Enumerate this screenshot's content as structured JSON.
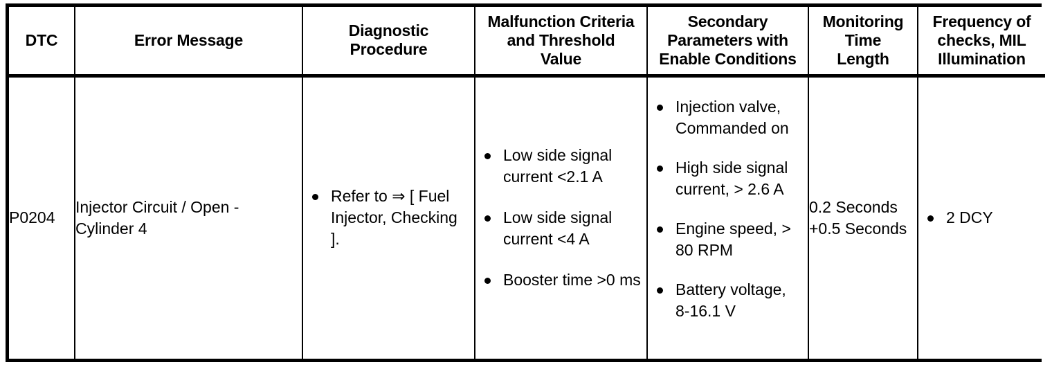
{
  "table": {
    "headers": [
      "DTC",
      "Error Message",
      "Diagnostic\nProcedure",
      "Malfunction Criteria\nand Threshold\nValue",
      "Secondary\nParameters with\nEnable Conditions",
      "Monitoring\nTime\nLength",
      "Frequency of\nchecks, MIL\nIllumination"
    ],
    "rows": [
      {
        "dtc": "P0204",
        "error_message": "Injector Circuit / Open - Cylinder 4",
        "diagnostic_procedure": [
          "Refer to ⇒ [ Fuel Injector, Checking ]."
        ],
        "malfunction_criteria": [
          "Low side signal current <2.1 A",
          "Low side signal current <4 A",
          "Booster time >0 ms"
        ],
        "secondary_parameters": [
          "Injection valve, Commanded on",
          "High side signal current, > 2.6 A",
          "Engine speed, > 80 RPM",
          "Battery voltage, 8-16.1 V"
        ],
        "monitoring_time_length": "0.2 Seconds +0.5 Seconds",
        "frequency_checks_mil": [
          "2 DCY"
        ]
      }
    ]
  },
  "style": {
    "border_color": "#000000",
    "text_color": "#000000",
    "background": "#ffffff"
  }
}
